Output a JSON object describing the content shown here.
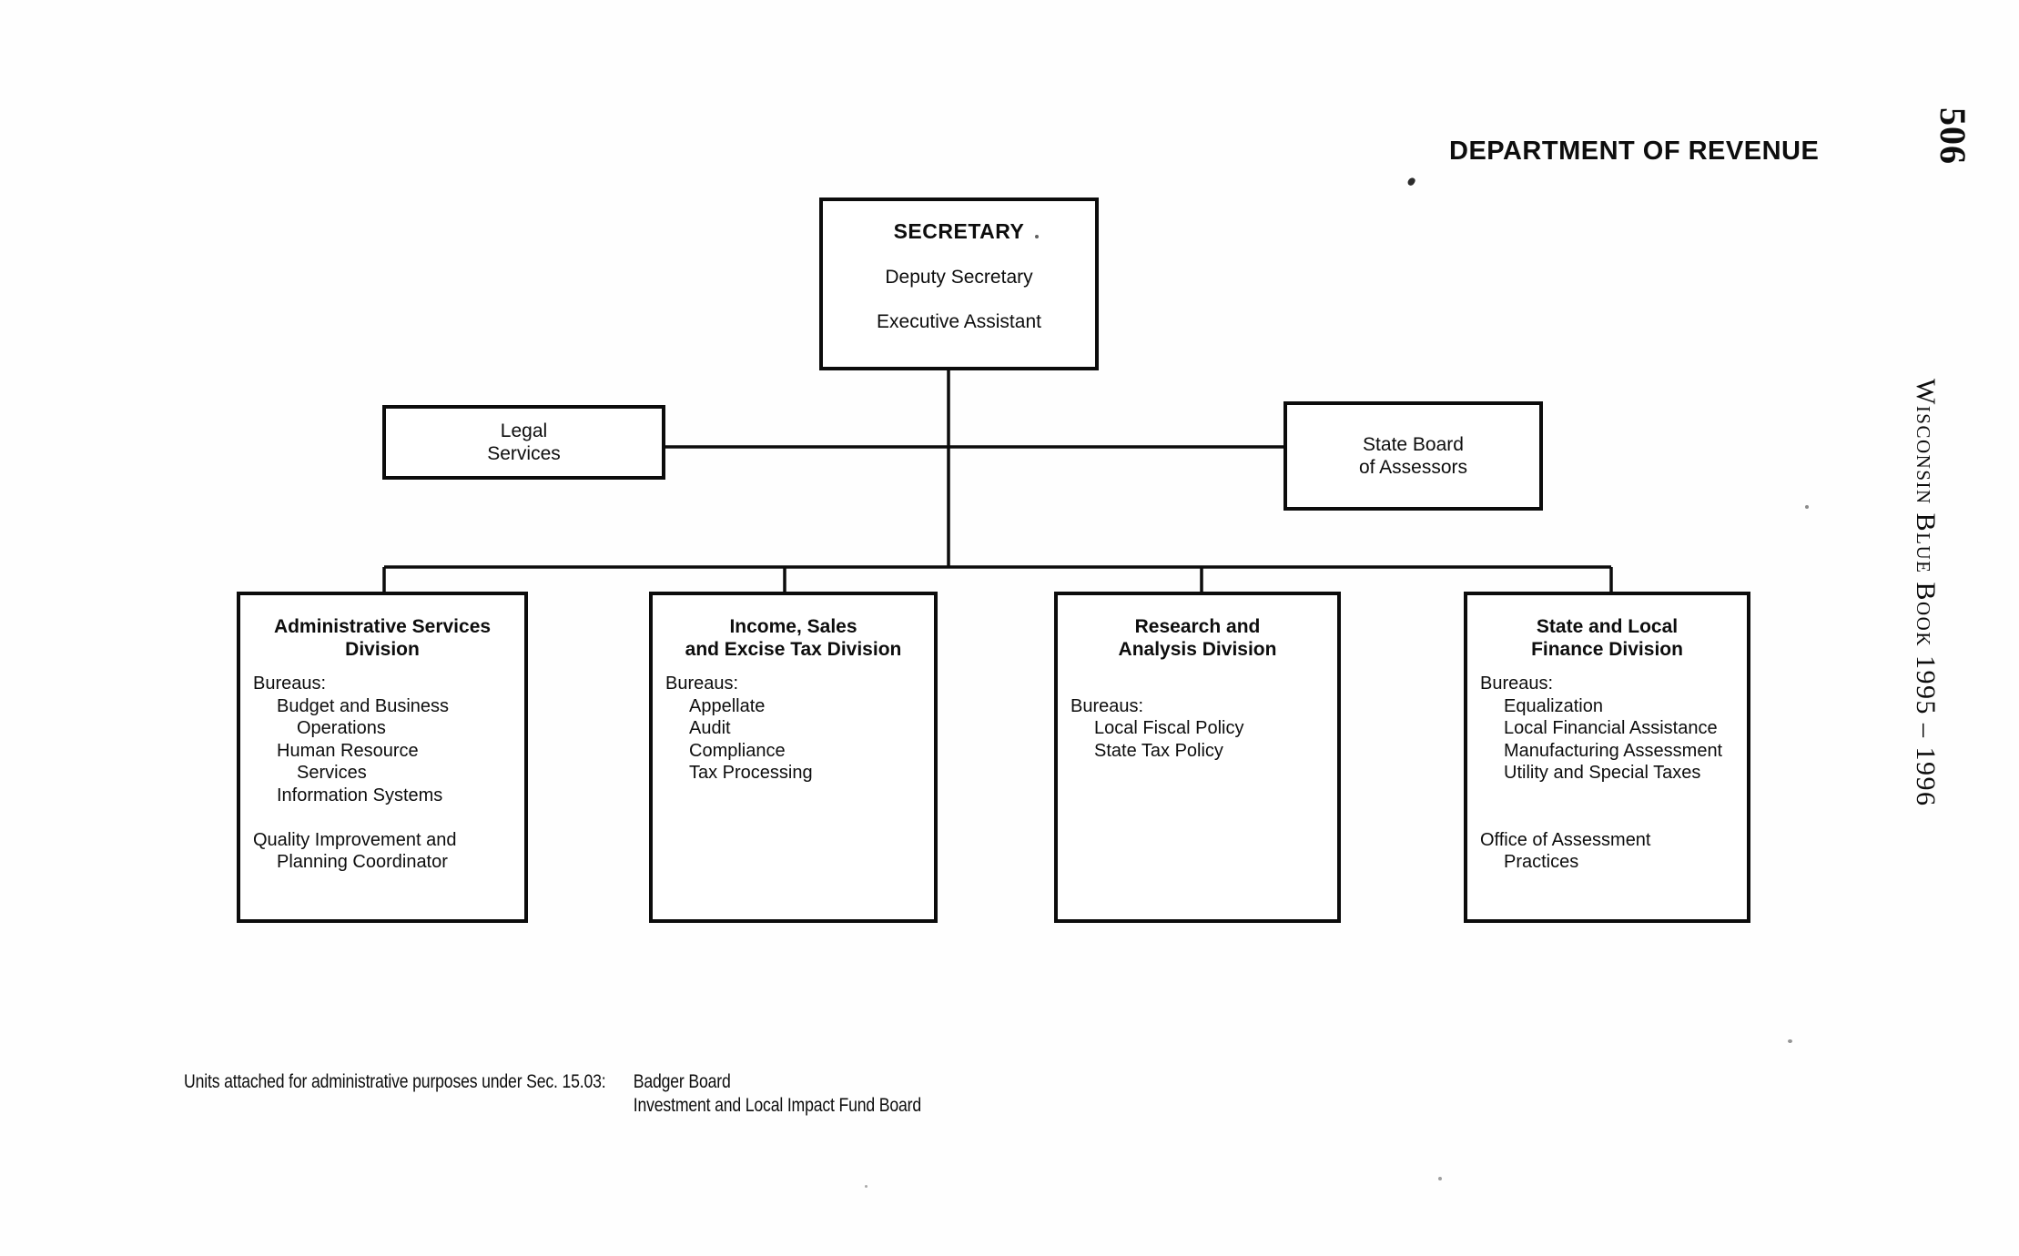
{
  "page": {
    "heading": "DEPARTMENT OF REVENUE",
    "page_number": "506",
    "spine_title": "Wisconsin Blue Book 1995 – 1996"
  },
  "org": {
    "secretary": {
      "title": "SECRETARY",
      "subordinates": [
        "Deputy Secretary",
        "Executive Assistant"
      ]
    },
    "legal_services": {
      "lines": [
        "Legal",
        "Services"
      ]
    },
    "state_board": {
      "lines": [
        "State Board",
        "of Assessors"
      ]
    },
    "divisions": [
      {
        "title": [
          "Administrative Services",
          "Division"
        ],
        "lines": [
          {
            "text": "Bureaus:",
            "indent": 0
          },
          {
            "text": "Budget and Business",
            "indent": 1
          },
          {
            "text": "Operations",
            "indent": 2
          },
          {
            "text": "Human Resource",
            "indent": 1
          },
          {
            "text": "Services",
            "indent": 2
          },
          {
            "text": "Information Systems",
            "indent": 1
          },
          {
            "spacer": true
          },
          {
            "text": "Quality Improvement and",
            "indent": 0
          },
          {
            "text": "Planning Coordinator",
            "indent": 1
          }
        ]
      },
      {
        "title": [
          "Income, Sales",
          "and Excise Tax Division"
        ],
        "lines": [
          {
            "text": "Bureaus:",
            "indent": 0
          },
          {
            "text": "Appellate",
            "indent": 1
          },
          {
            "text": "Audit",
            "indent": 1
          },
          {
            "text": "Compliance",
            "indent": 1
          },
          {
            "text": "Tax Processing",
            "indent": 1
          }
        ]
      },
      {
        "title": [
          "Research and",
          "Analysis Division"
        ],
        "lines": [
          {
            "spacer": true
          },
          {
            "text": "Bureaus:",
            "indent": 0
          },
          {
            "text": "Local Fiscal Policy",
            "indent": 1
          },
          {
            "text": "State Tax Policy",
            "indent": 1
          }
        ]
      },
      {
        "title": [
          "State and Local",
          "Finance Division"
        ],
        "lines": [
          {
            "text": "Bureaus:",
            "indent": 0
          },
          {
            "text": "Equalization",
            "indent": 1
          },
          {
            "text": "Local Financial Assistance",
            "indent": 1
          },
          {
            "text": "Manufacturing Assessment",
            "indent": 1
          },
          {
            "text": "Utility and Special Taxes",
            "indent": 1
          },
          {
            "spacer": true
          },
          {
            "spacer": true
          },
          {
            "text": "Office of Assessment",
            "indent": 0
          },
          {
            "text": "Practices",
            "indent": 1
          }
        ]
      }
    ]
  },
  "footnote": {
    "label": "Units attached for administrative purposes under Sec. 15.03:",
    "items": [
      "Badger Board",
      "Investment and Local Impact Fund Board"
    ]
  }
}
